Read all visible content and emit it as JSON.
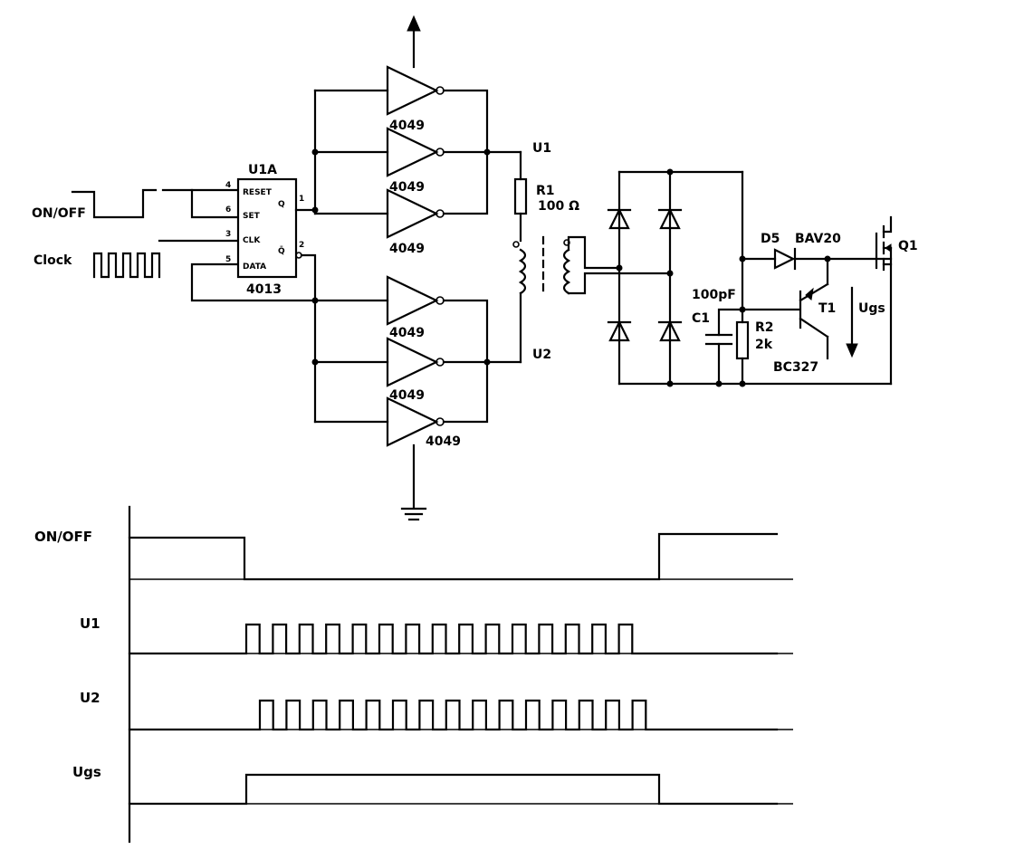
{
  "labels": {
    "onoff_in": "ON/OFF",
    "clock_in": "Clock",
    "ic": "U1A",
    "ic_part": "4013",
    "pin_reset": "RESET",
    "pin_set": "SET",
    "pin_clk": "CLK",
    "pin_data": "DATA",
    "pin_q": "Q",
    "pin_qbar": "Q̄",
    "pinnum_reset": "4",
    "pinnum_set": "6",
    "pinnum_clk": "3",
    "pinnum_data": "5",
    "pinnum_q": "1",
    "pinnum_qbar": "2",
    "inverter_part": "4049",
    "u1": "U1",
    "u2": "U2",
    "r1": "R1",
    "r1_val": "100 Ω",
    "d5": "D5",
    "d5_part": "BAV20",
    "q1": "Q1",
    "c1_val": "100pF",
    "c1": "C1",
    "r2": "R2",
    "r2_val": "2k",
    "t1": "T1",
    "t1_part": "BC327",
    "ugs": "Ugs"
  },
  "waveforms": {
    "row_labels": [
      "ON/OFF",
      "U1",
      "U2",
      "Ugs"
    ],
    "onoff_low_interval": [
      0.18,
      0.8
    ],
    "u1_pulses": 15,
    "u2_pulses": 15,
    "ugs_high_interval": [
      0.18,
      0.8
    ]
  }
}
